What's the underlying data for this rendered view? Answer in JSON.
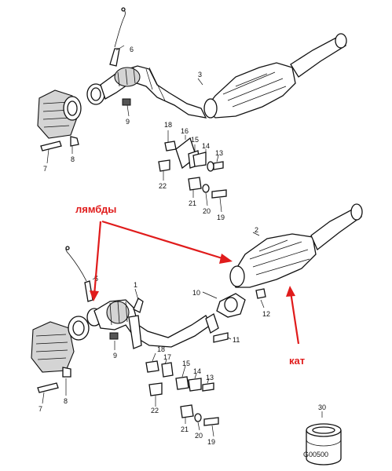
{
  "annotations": {
    "lambda_label": "лямбды",
    "cat_label": "кат"
  },
  "figure_code": "G00500",
  "top_assembly": {
    "callouts": [
      "6",
      "3",
      "9",
      "7",
      "8",
      "18",
      "16",
      "15",
      "14",
      "13",
      "22",
      "21",
      "20",
      "19"
    ]
  },
  "bottom_assembly": {
    "callouts": [
      "2",
      "5",
      "1",
      "10",
      "12",
      "11",
      "9",
      "7",
      "8",
      "18",
      "17",
      "15",
      "14",
      "13",
      "22",
      "21",
      "20",
      "19"
    ]
  },
  "gasket_callout": "30",
  "colors": {
    "annotation": "#e01b1b",
    "line": "#111111"
  }
}
